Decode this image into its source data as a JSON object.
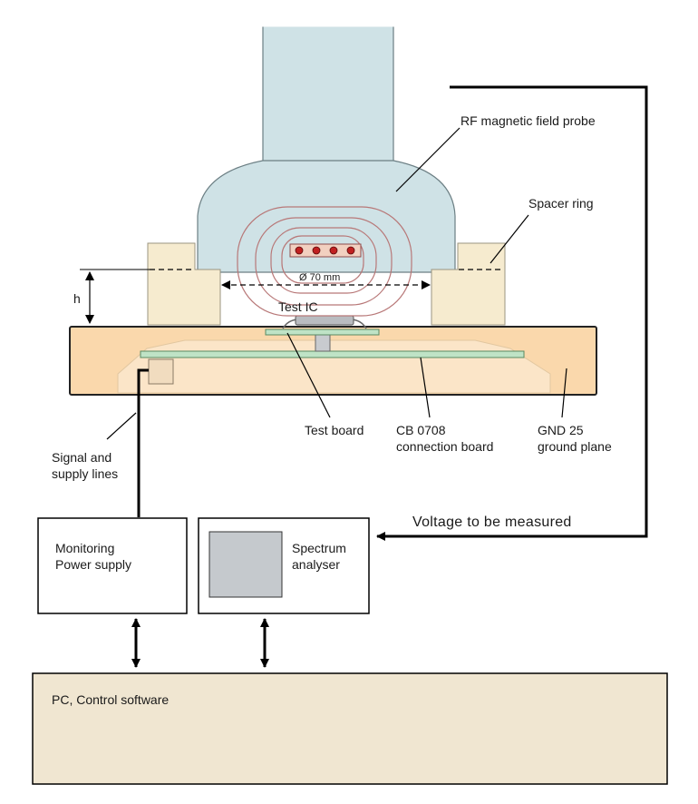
{
  "labels": {
    "rf_probe": "RF magnetic field probe",
    "spacer_ring": "Spacer ring",
    "diameter": "Ø 70 mm",
    "height": "h",
    "test_ic": "Test IC",
    "test_board": "Test board",
    "connection_board_1": "CB 0708",
    "connection_board_2": "connection board",
    "ground_plane_1": "GND 25",
    "ground_plane_2": "ground plane",
    "signal_lines_1": "Signal and",
    "signal_lines_2": "supply lines",
    "voltage": "Voltage to be measured",
    "monitoring_1": "Monitoring",
    "monitoring_2": "Power supply",
    "spectrum_1": "Spectrum",
    "spectrum_2": "analyser",
    "pc": "PC, Control software"
  },
  "colors": {
    "probe_fill": "#cfe2e6",
    "probe_stroke": "#6c7f84",
    "spacer_fill": "#f6ebcf",
    "ground_fill": "#fad8ac",
    "ground_inner": "#fbe5c8",
    "board_green": "#bfe3c6",
    "field_lines": "#b87878",
    "coil_dot": "#c02020",
    "pc_fill": "#f0e6d1",
    "analyser_screen": "#c5c9cd"
  }
}
